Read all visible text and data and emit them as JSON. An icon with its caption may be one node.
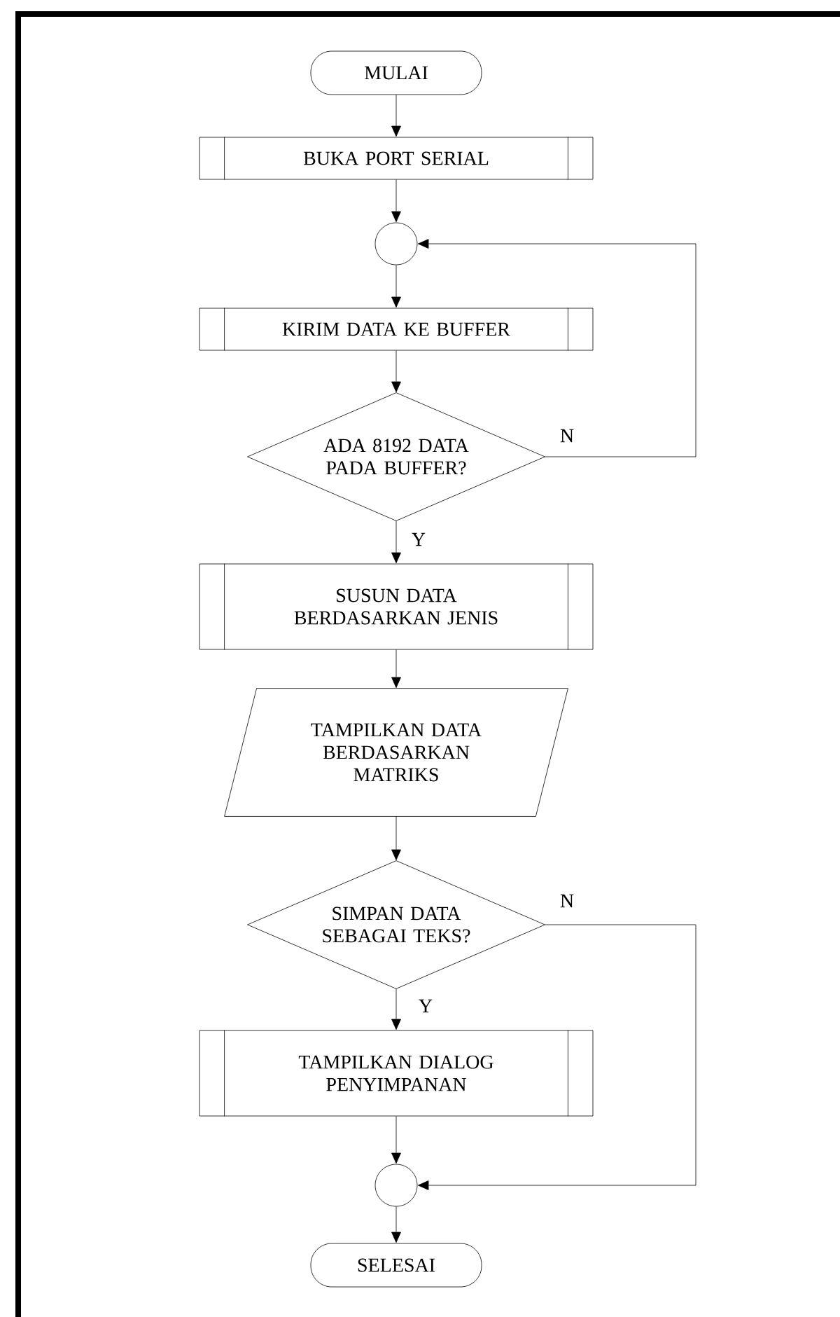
{
  "diagram": {
    "nodes": [
      {
        "text": [
          "MULAI"
        ]
      },
      {
        "text": [
          "BUKA PORT SERIAL"
        ]
      },
      {
        "text": [],
        "shape": "circle"
      },
      {
        "text": [
          "KIRIM DATA KE BUFFER"
        ]
      },
      {
        "text": [
          "ADA 8192 DATA PADA BUFFER?"
        ]
      },
      {
        "text": [
          "SUSUN DATA BERDASARKAN JENIS"
        ]
      },
      {
        "text": [
          "TAMPILKAN DATA BERDASARKAN MATRIKS"
        ]
      },
      {
        "text": [
          "SIMPAN DATA SEBAGAI TEKS?"
        ]
      },
      {
        "text": [
          "TAMPILKAN DIALOG PENYIMPANAN"
        ]
      },
      {
        "text": [],
        "shape": "circle"
      },
      {
        "text": [
          "SELESAI"
        ]
      }
    ],
    "edges": [
      {
        "from": 0,
        "to": 1,
        "arrow": "to"
      },
      {
        "from": 1,
        "to": 2,
        "arrow": "to"
      },
      {
        "from": 2,
        "to": 3,
        "arrow": "to"
      },
      {
        "from": 3,
        "to": 4,
        "arrow": "to"
      },
      {
        "from": 4,
        "to": 5,
        "arrow": "to",
        "label": "Y"
      },
      {
        "from": 4,
        "to": 2,
        "arrow": "to",
        "label": "N"
      },
      {
        "from": 5,
        "to": 6,
        "arrow": "to"
      },
      {
        "from": 6,
        "to": 7,
        "arrow": "to"
      },
      {
        "from": 7,
        "to": 8,
        "arrow": "to",
        "label": "Y"
      },
      {
        "from": 7,
        "to": 9,
        "arrow": "to",
        "label": "N"
      },
      {
        "from": 8,
        "to": 9,
        "arrow": "to"
      },
      {
        "from": 9,
        "to": 10,
        "arrow": "to"
      }
    ]
  }
}
